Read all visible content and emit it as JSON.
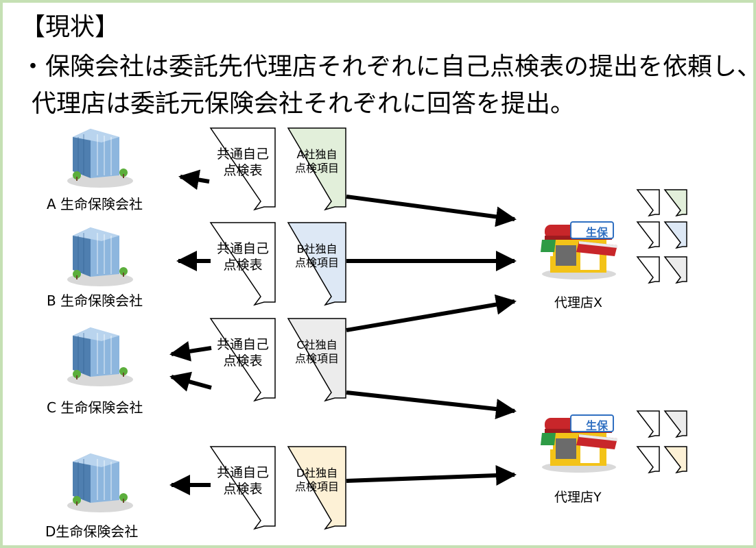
{
  "heading": "【現状】",
  "description": {
    "line1": "・保険会社は委託先代理店それぞれに自己点検表の提出を依頼し、",
    "line2": "代理店は委託元保険会社それぞれに回答を提出。"
  },
  "companies": [
    {
      "label": "A 生命保険会社",
      "own_doc_line1": "A社独自",
      "own_doc_line2": "点検項目"
    },
    {
      "label": "B 生命保険会社",
      "own_doc_line1": "B社独自",
      "own_doc_line2": "点検項目"
    },
    {
      "label": "C 生命保険会社",
      "own_doc_line1": "C社独自",
      "own_doc_line2": "点検項目"
    },
    {
      "label": "D生命保険会社",
      "own_doc_line1": "D社独自",
      "own_doc_line2": "点検項目"
    }
  ],
  "common_doc": {
    "line1": "共通自己",
    "line2": "点検表"
  },
  "agencies": [
    {
      "label": "代理店X",
      "sign": "生保"
    },
    {
      "label": "代理店Y",
      "sign": "生保"
    }
  ],
  "colors": {
    "frame": "#c5e0b4",
    "doc_a": "#e2efda",
    "doc_b": "#dde8f5",
    "doc_c": "#ececec",
    "doc_d": "#fdf1d6",
    "shop_red": "#c8262a",
    "shop_yellow": "#f3c318",
    "shop_green": "#2e9b45",
    "building_blue": "#7aa6cf"
  }
}
